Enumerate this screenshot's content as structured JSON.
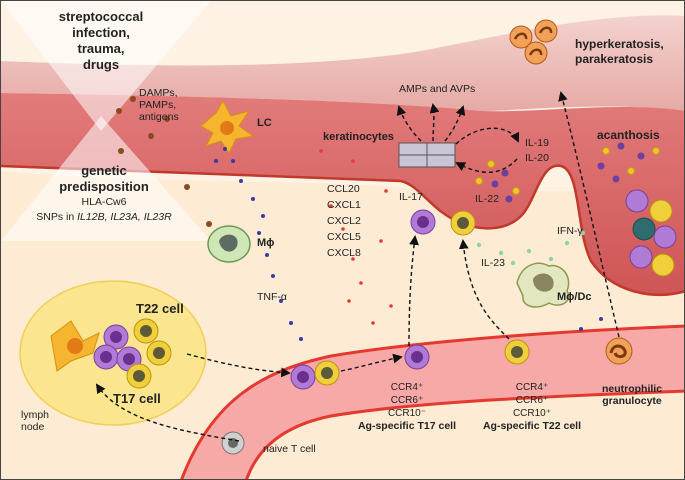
{
  "triggers": {
    "env_line1": "streptococcal",
    "env_line2": "infection,",
    "env_line3": "trauma,",
    "env_line4": "drugs",
    "gen_line1": "genetic",
    "gen_line2": "predisposition",
    "gen_line3": "HLA-Cw6",
    "gen_line4_prefix": "SNPs in ",
    "gen_line4_genes": "IL12B, IL23A, IL23R"
  },
  "labels": {
    "damps_1": "DAMPs,",
    "damps_2": "PAMPs,",
    "damps_3": "antigens",
    "lc": "LC",
    "keratinocytes": "keratinocytes",
    "amps": "AMPs and AVPs",
    "il19": "IL-19",
    "il20": "IL-20",
    "hyper_1": "hyperkeratosis,",
    "hyper_2": "parakeratosis",
    "acanthosis": "acanthosis",
    "macrophage": "Mϕ",
    "tnf": "TNF-α",
    "chemokines": [
      "CCL20",
      "CXCL1",
      "CXCL2",
      "CXCL5",
      "CXCL8"
    ],
    "il17": "IL-17",
    "il22": "IL-22",
    "ifng": "IFN-γ",
    "il23": "IL-23",
    "mdc": "Mϕ/Dc",
    "t22": "T22 cell",
    "t17": "T17 cell",
    "lymph_1": "lymph",
    "lymph_2": "node",
    "naive": "naive T cell",
    "t17_markers": [
      "CCR4⁺",
      "CCR6⁺",
      "CCR10⁻"
    ],
    "t17_title": "Ag-specific T17 cell",
    "t22_markers": [
      "CCR4⁺",
      "CCR6⁺",
      "CCR10⁺"
    ],
    "t22_title": "Ag-specific T22 cell",
    "neutro_1": "neutrophilic",
    "neutro_2": "granulocyte"
  },
  "colors": {
    "stratum_corneum": "#e8b7b4",
    "epidermis": "#d9686a",
    "dermis": "#fdeedb",
    "vessel": "#f5a3a1",
    "vessel_wall": "#e5382f",
    "lymph_node": "#fbe58f",
    "t17_cell": "#9b5fbf",
    "t22_cell": "#e8c23a"
  }
}
